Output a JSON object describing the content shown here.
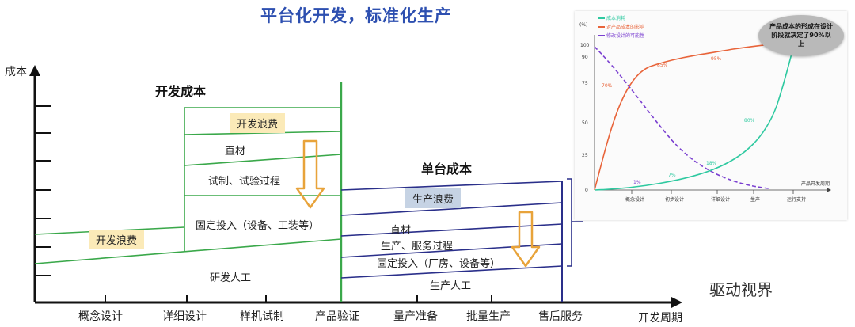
{
  "title": "平台化开发，标准化生产",
  "y_axis_label": "成本",
  "x_axis_label": "开发周期",
  "x_ticks": [
    "概念设计",
    "详细设计",
    "样机试制",
    "产品验证",
    "量产准备",
    "批量生产",
    "售后服务"
  ],
  "dev_section": {
    "header": "开发成本",
    "waste_top": "开发浪费",
    "waste_low": "开发浪费",
    "layers": [
      "直材",
      "试制、试验过程",
      "固定投入（设备、工装等）",
      "研发人工"
    ]
  },
  "prod_section": {
    "header": "单台成本",
    "waste": "生产浪费",
    "layers": [
      "直材",
      "生产、服务过程",
      "固定投入（厂房、设备等）",
      "生产人工"
    ]
  },
  "colors": {
    "dev_line": "#3aa84a",
    "prod_line": "#2a2f8a",
    "arrow": "#e8a33a",
    "title": "#2d4fb0"
  },
  "inset": {
    "unit": "(%)",
    "legend": [
      "成本消耗",
      "对产品成本的影响",
      "修改设计的可能性"
    ],
    "legend_colors": [
      "#2ec9a0",
      "#e8643a",
      "#7a3fd0"
    ],
    "y_ticks": [
      "100",
      "90",
      "75",
      "50",
      "25",
      "0"
    ],
    "x_ticks": [
      "概念设计",
      "初步设计",
      "详细设计",
      "生产",
      "运行支持"
    ],
    "x_axis_title": "产品开发周期",
    "point_labels": {
      "p70": "70%",
      "p85": "85%",
      "p95": "95%",
      "p1": "1%",
      "p7": "7%",
      "p18": "18%",
      "p80": "80%"
    },
    "callout": "产品成本的形成在设计阶段就决定了90%以上"
  },
  "watermark": "驱动视界"
}
